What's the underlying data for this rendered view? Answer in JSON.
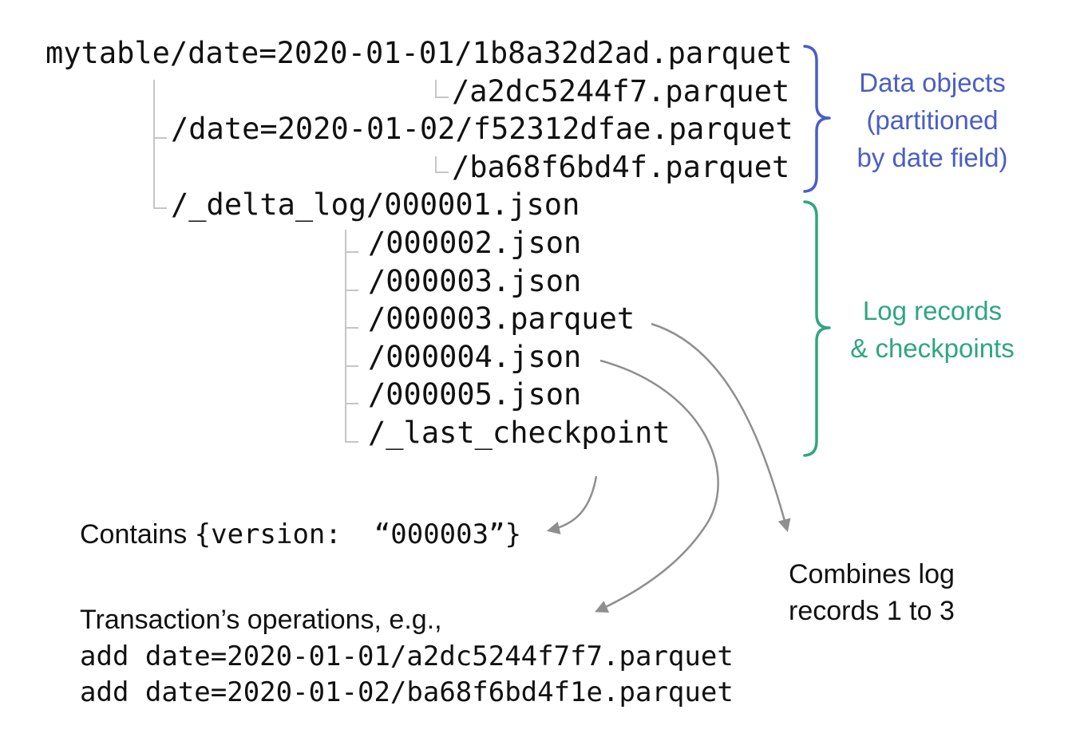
{
  "palette": {
    "blue_label": "#4a5ec4",
    "green_label": "#2fa67d",
    "arrow_gray": "#8f8f8f",
    "tree_line_gray": "#c5c5c5",
    "text_black": "#111111"
  },
  "tree": {
    "lines": [
      {
        "text": "mytable/date=2020-01-01/1b8a32d2ad.parquet"
      },
      {
        "text": "/a2dc5244f7.parquet"
      },
      {
        "text": "/date=2020-01-02/f52312dfae.parquet"
      },
      {
        "text": "/ba68f6bd4f.parquet"
      },
      {
        "text": "/_delta_log/000001.json"
      },
      {
        "text": "/000002.json"
      },
      {
        "text": "/000003.json"
      },
      {
        "text": "/000003.parquet"
      },
      {
        "text": "/000004.json"
      },
      {
        "text": "/000005.json"
      },
      {
        "text": "/_last_checkpoint"
      }
    ]
  },
  "labels": {
    "data_objects": {
      "line1": "Data objects",
      "line2": "(partitioned",
      "line3": "by date field)"
    },
    "log_records": {
      "line1": "Log records",
      "line2": "& checkpoints"
    },
    "combines": {
      "line1": "Combines log",
      "line2": "records 1 to 3"
    }
  },
  "annotations": {
    "contains_prefix": "Contains ",
    "contains_code": "{version:  “000003”}",
    "transaction_title": "Transaction’s operations, e.g.,",
    "transaction_ops": [
      {
        "text": "add date=2020-01-01/a2dc5244f7f7.parquet"
      },
      {
        "text": "add date=2020-01-02/ba68f6bd4f1e.parquet"
      }
    ]
  }
}
